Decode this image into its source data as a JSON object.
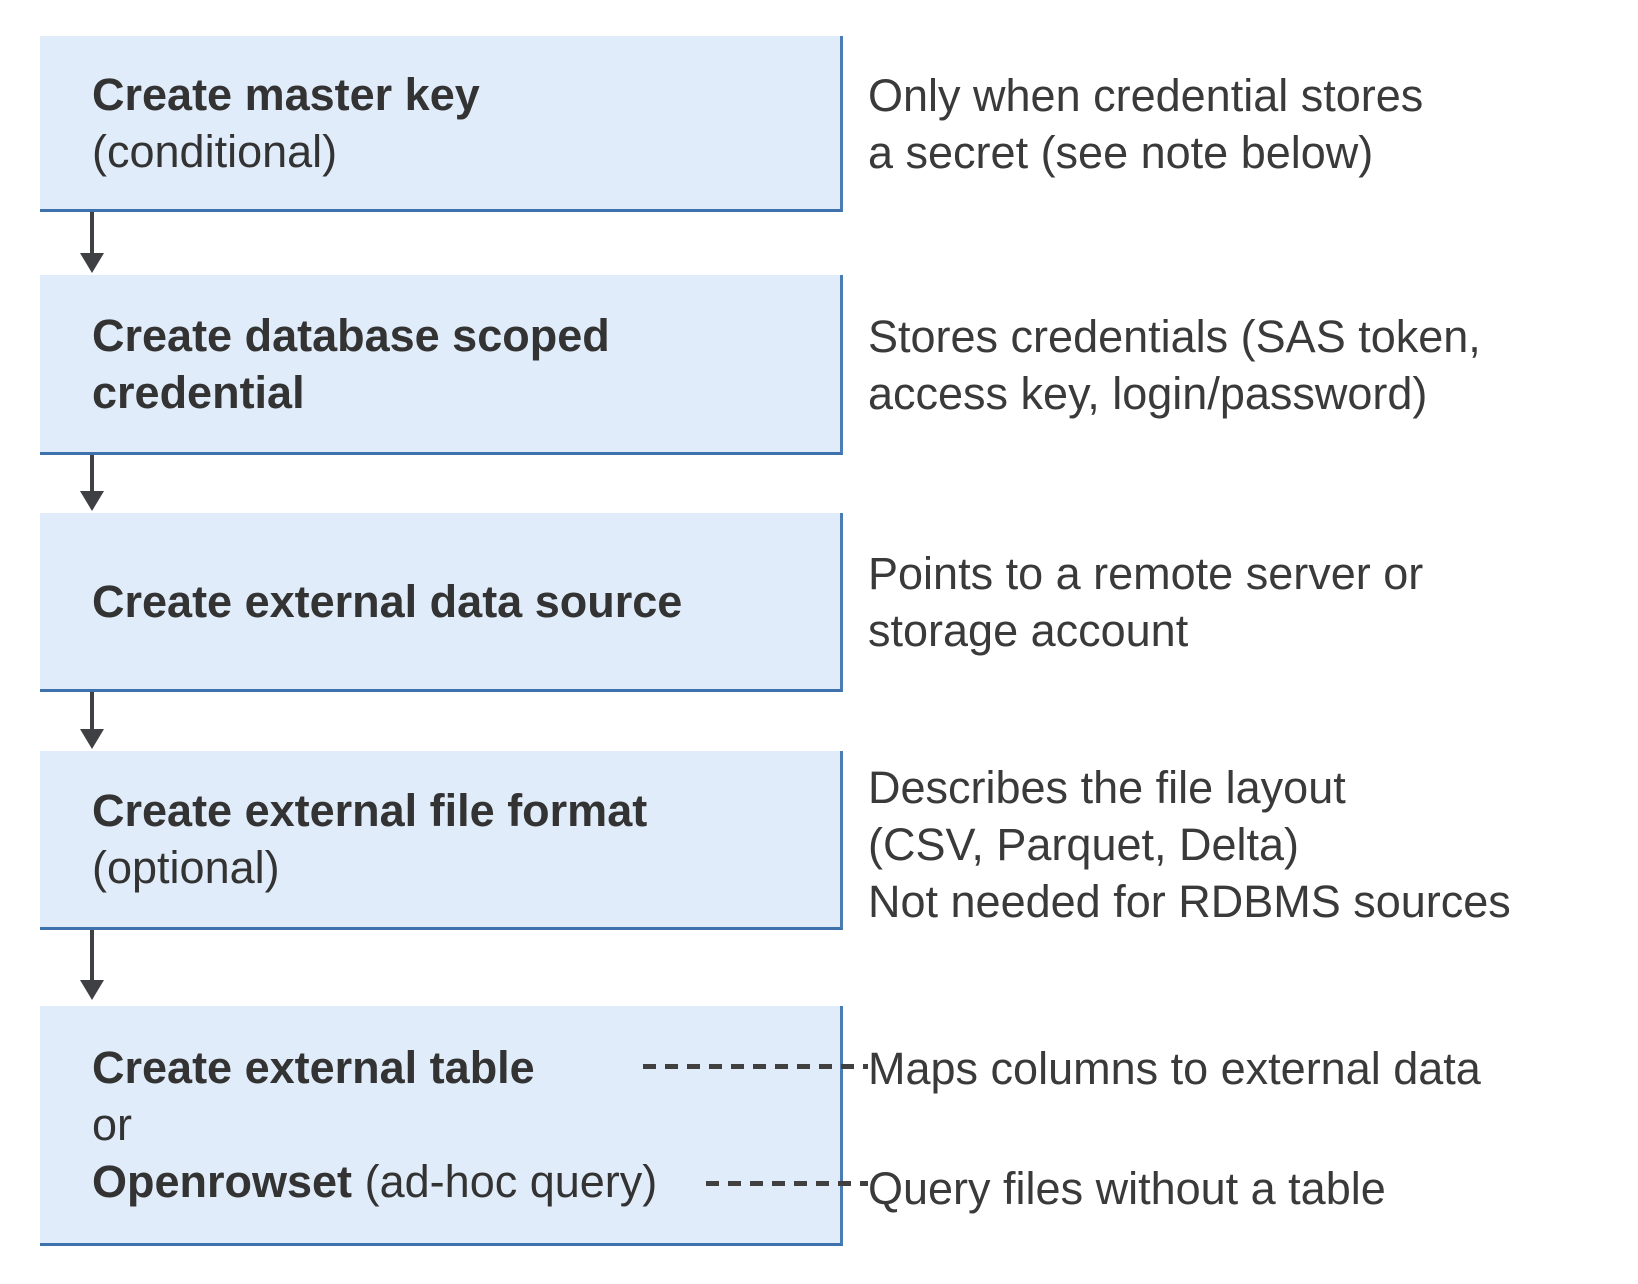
{
  "palette": {
    "box_fill": "#e0ecf9",
    "box_border": "#4b7cb3",
    "connector": "#404040",
    "box_text": "#333333",
    "desc_text": "#3a3a3a",
    "background": "#ffffff"
  },
  "steps": [
    {
      "title": "Create master key",
      "note": "(conditional)",
      "desc": "Only when credential stores\na secret (see note below)"
    },
    {
      "title": "Create database scoped\ncredential",
      "note": "",
      "desc": "Stores credentials (SAS token,\naccess key, login/password)"
    },
    {
      "title": "Create external data source",
      "note": "",
      "desc": "Points to a remote server or\nstorage account"
    },
    {
      "title": "Create external file format",
      "note": "(optional)",
      "desc": "Describes the file layout\n(CSV, Parquet, Delta)\nNot needed for RDBMS sources"
    },
    {
      "title": "Create external table",
      "or_label": "or",
      "title2": "Openrowset",
      "note2": "(ad-hoc query)",
      "desc": "Maps columns to external data",
      "desc2": "Query files without a table"
    }
  ]
}
